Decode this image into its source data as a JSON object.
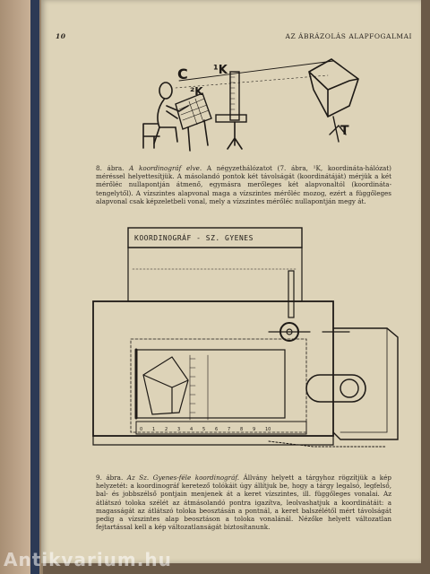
{
  "header": {
    "page_number": "10",
    "running_title": "AZ ÁBRÁZOLÁS ALAPFOGALMAI"
  },
  "figure8": {
    "labels": {
      "c": "C",
      "k1": "¹K",
      "k2": "²K",
      "t": "T"
    },
    "caption_label": "8. ábra.",
    "caption_italic": "A koordinográf elve.",
    "caption_text": "A négyzethálózatot (7. ábra, ¹K, koordináta-hálózat) méréssel helyettesítjük. A másolandó pontok két távolságát (koordinátáját) mérjük a két mérőléc nullapontján átmenő, egymásra merőleges két alapvonaltól (koordináta-tengelytől). A vízszintes alapvonal maga a vízszintes mérőléc mozog, ezért a függőleges alapvonal csak képzeletbeli vonal, mely a vízszintes mérőléc nullapontján megy át."
  },
  "figure9": {
    "device_label": "KOORDINOGRÁF - SZ. GYENES",
    "caption_label": "9. ábra.",
    "caption_italic": "Az Sz. Gyenes-féle koordinográf.",
    "caption_text": "Állvány helyett a tárgyhoz rögzítjük a kép helyzetét: a koordinográf keretező tolókáit úgy állítjuk be, hogy a tárgy legalsó, legfelső, bal- és jobbszélső pontjain menjenek át a keret vízszintes, ill. függőleges vonalai. Az átlátszó toloka szélét az átmásolandó pontra igazítva, leolvashatjuk a koordinátáit: a magasságát az átlátszó toloka beosztásán a pontnál, a keret balszélétől mért távolságát pedig a vízszintes alap beosztáson a toloka vonalánál. Nézőke helyett változatlan fejtartással kell a kép változatlanságát biztosítanunk."
  },
  "watermark": "Antikvarium.hu"
}
